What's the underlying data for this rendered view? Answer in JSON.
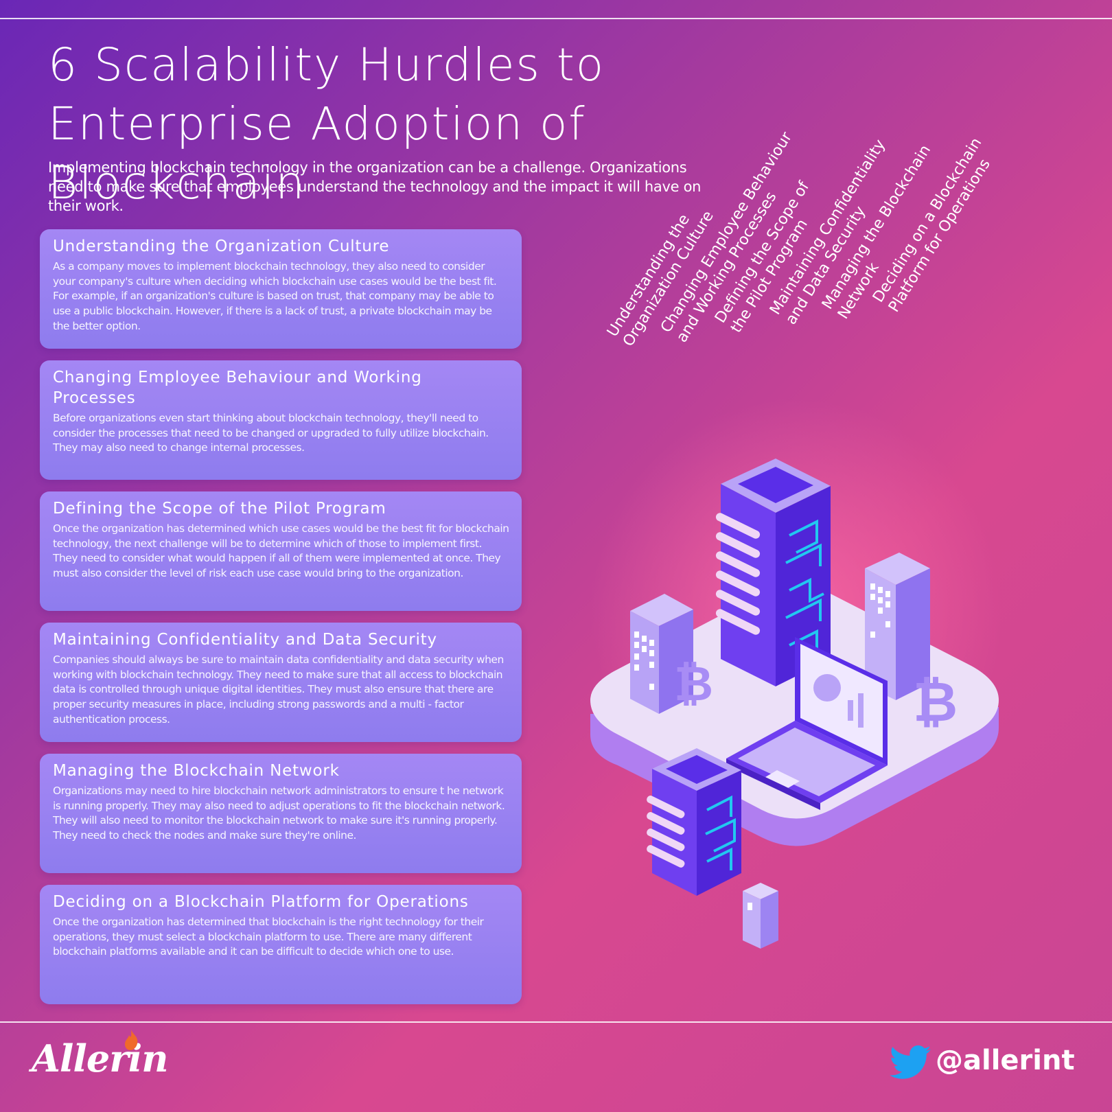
{
  "title": "6 Scalability Hurdles to Enterprise Adoption of Blockchain",
  "intro": "Implementing blockchain technology in the organization can be a challenge. Organizations need to make sure that employees understand the technology and the impact it will have on their work.",
  "cards": [
    {
      "heading": "Understanding the Organization Culture",
      "body": "As a company moves to implement blockchain technology, they also need to consider your company's culture when deciding which blockchain use cases would be the best fit. For example, if an organization's culture is based on trust, that company may be able to use a public blockchain. However, if there is a lack of trust, a private blockchain may be the better option."
    },
    {
      "heading": "Changing Employee Behaviour and Working Processes",
      "body": "Before organizations even start thinking about blockchain technology, they'll need to consider the processes that need to be changed or upgraded to fully utilize blockchain. They may also need to change internal processes."
    },
    {
      "heading": "Defining the Scope of the Pilot Program",
      "body": "Once the organization has determined which use cases would be the best fit for blockchain technology, the next challenge will be to determine which of those to implement first. They need to consider what would happen if all of them were implemented at once. They must also consider the level of risk each use case would bring to the organization."
    },
    {
      "heading": "Maintaining Confidentiality and Data Security",
      "body": "Companies should always be sure to maintain data confidentiality and data security when working with blockchain technology. They need to make sure that all access to blockchain data is controlled through unique digital identities. They must also ensure that there are proper security measures in place, including strong passwords and a multi - factor authentication process."
    },
    {
      "heading": "Managing the Blockchain Network",
      "body": "Organizations may need to hire blockchain network administrators to ensure t he network is running properly. They may also need to adjust operations to fit the blockchain network. They will also need to monitor the blockchain network to make sure it's running properly. They need to check the nodes and make sure they're online."
    },
    {
      "heading": "Deciding on a Blockchain Platform for Operations",
      "body": "Once the organization has determined that blockchain is the right technology for their operations, they must select a blockchain platform to use. There are many different blockchain platforms available and it can be difficult to decide which one to use."
    }
  ],
  "rotated_labels": [
    {
      "line1": "Understanding the",
      "line2": "Organization Culture"
    },
    {
      "line1": "Changing Employee Behaviour",
      "line2": "and Working Processes"
    },
    {
      "line1": "Defining the Scope of",
      "line2": "the Pilot Program"
    },
    {
      "line1": "Maintaining Confidentiality",
      "line2": "and Data Security"
    },
    {
      "line1": "Managing the Blockchain",
      "line2": "Network"
    },
    {
      "line1": "Deciding on a Blockchain",
      "line2": "Platform for Operations"
    }
  ],
  "footer": {
    "logo": "Allerin",
    "handle": "@allerint"
  },
  "colors": {
    "card": "#9a82f2",
    "server_dark": "#5a2ee8",
    "server_light": "#b49af8",
    "platform": "#e9dcf6",
    "cyan": "#22c8f0",
    "twitter": "#1da1f2",
    "flame": "#f06a2a"
  }
}
